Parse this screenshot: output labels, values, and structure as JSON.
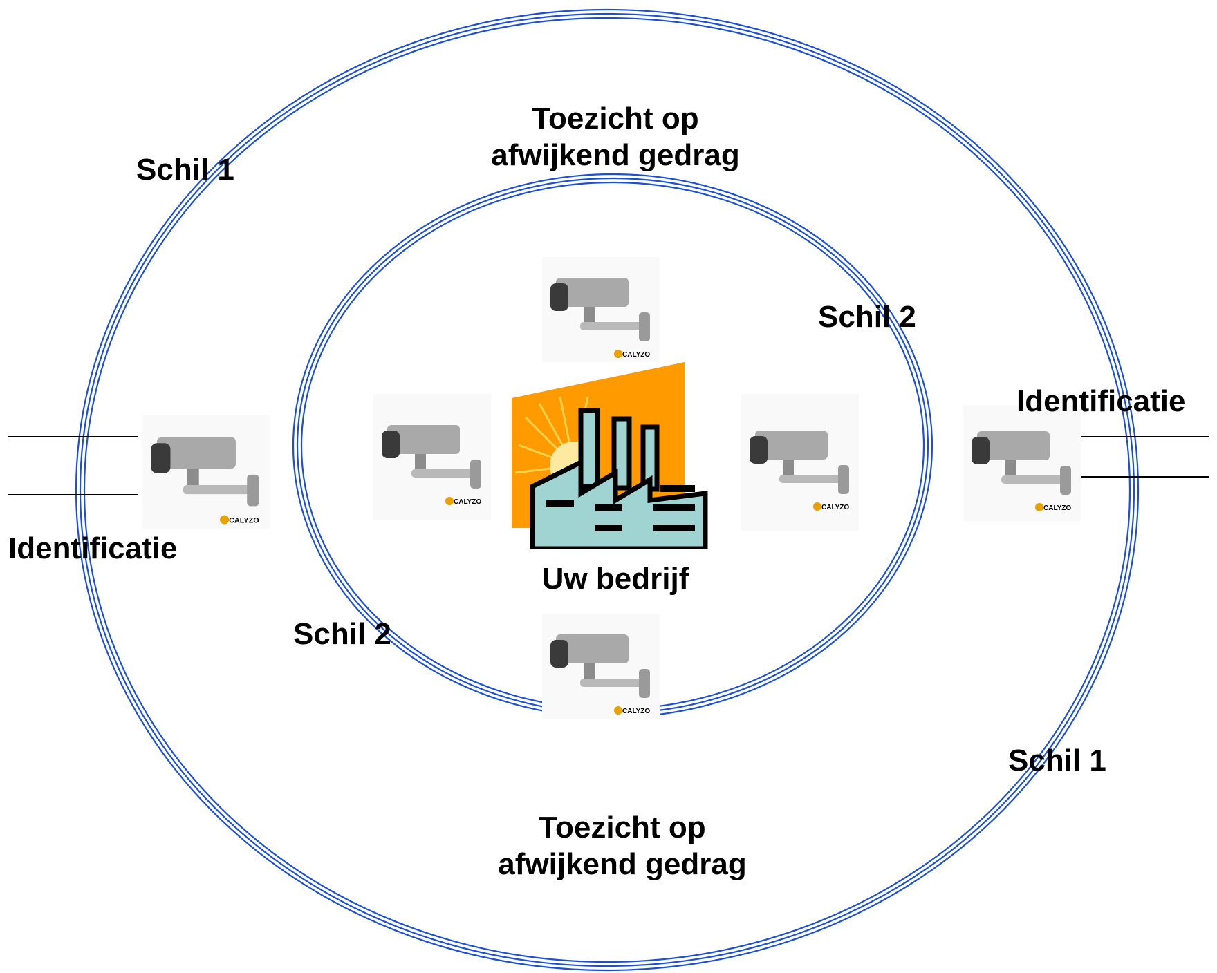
{
  "labels": {
    "outer_top_toezicht_line1": "Toezicht op",
    "outer_top_toezicht_line2": "afwijkend gedrag",
    "outer_bottom_toezicht_line1": "Toezicht op",
    "outer_bottom_toezicht_line2": "afwijkend gedrag",
    "schil1_top_left": "Schil 1",
    "schil1_bottom_right": "Schil 1",
    "schil2_top_right": "Schil 2",
    "schil2_bottom_left": "Schil 2",
    "identificatie_left": "Identificatie",
    "identificatie_right": "Identificatie",
    "company": "Uw bedrijf"
  },
  "camera_brand": "CALYZO",
  "colors": {
    "ring": "#1a4fd8",
    "factory_fill": "#9fd4d2",
    "factory_backdrop": "#ff9a00",
    "sun": "#ffd24a"
  },
  "icons": [
    "cctv-camera-icon",
    "factory-icon"
  ]
}
